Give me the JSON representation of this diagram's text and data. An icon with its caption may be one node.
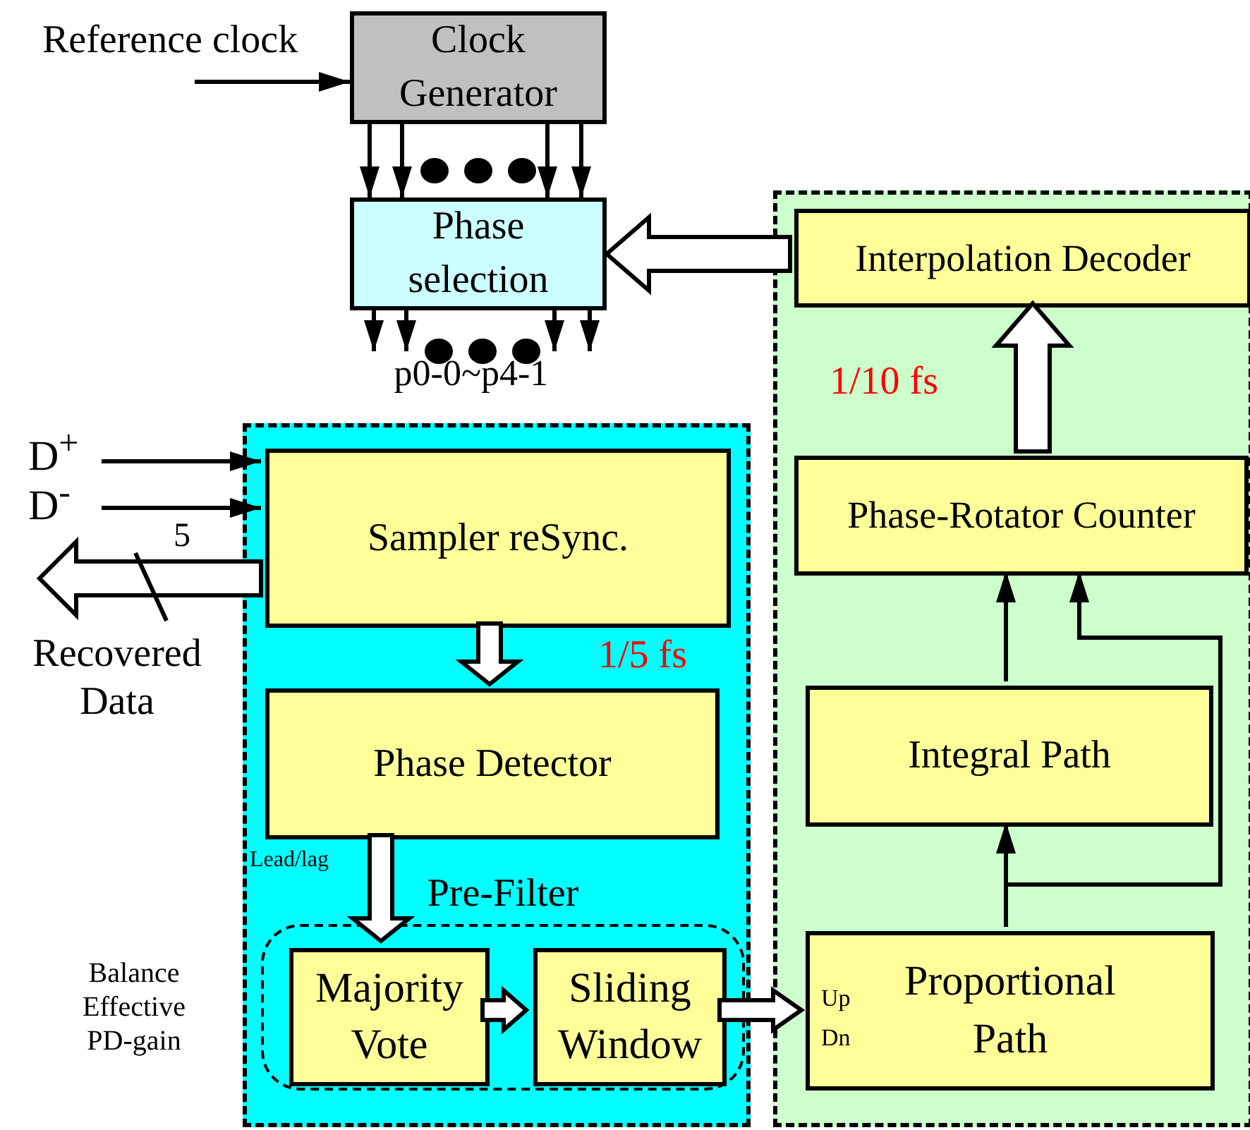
{
  "diagram": {
    "nodes": [
      {
        "text": [
          "Clock Generator"
        ]
      },
      {
        "text": [
          "Phase selection"
        ]
      },
      {
        "text": [],
        "shape": "box"
      },
      {
        "text": [
          "Sampler reSync."
        ],
        "in": 2
      },
      {
        "text": [
          "Phase Detector"
        ],
        "in": 2
      },
      {
        "text": [
          "Pre-Filter"
        ],
        "in": 2
      },
      {
        "text": [
          "Majority Vote"
        ],
        "in": 5
      },
      {
        "text": [
          "Sliding Window"
        ],
        "in": 5
      },
      {
        "text": [],
        "shape": "box"
      },
      {
        "text": [
          "Interpolation Decoder"
        ],
        "in": 8
      },
      {
        "text": [
          "Phase-Rotator Counter"
        ],
        "in": 8
      },
      {
        "text": [
          "Integral Path"
        ],
        "in": 8
      },
      {
        "text": [
          "Up",
          "Dn",
          "Proportional Path"
        ],
        "in": 8
      },
      {
        "text": [
          "p0-0~p4-1"
        ]
      }
    ],
    "edges": [
      {
        "from": null,
        "to": 0,
        "arrow": "to",
        "label": "Reference clock"
      },
      {
        "from": 0,
        "to": 1,
        "arrow": "to"
      },
      {
        "from": 0,
        "to": 1,
        "arrow": "to"
      },
      {
        "from": 0,
        "to": 1,
        "arrow": "to"
      },
      {
        "from": 0,
        "to": 1,
        "arrow": "to"
      },
      {
        "from": 1,
        "to": 13,
        "arrow": "to"
      },
      {
        "from": 1,
        "to": 13,
        "arrow": "to"
      },
      {
        "from": 1,
        "to": 13,
        "arrow": "to"
      },
      {
        "from": 1,
        "to": 13,
        "arrow": "to"
      },
      {
        "from": 9,
        "to": 1,
        "arrow": "to",
        "style": "thick"
      },
      {
        "from": null,
        "to": 3,
        "arrow": "to",
        "label": "D$^{+}$"
      },
      {
        "from": null,
        "to": 3,
        "arrow": "to",
        "label": "D$^{-}$"
      },
      {
        "from": 3,
        "to": null,
        "arrow": "to",
        "label": "5",
        "style": "thick"
      },
      {
        "from": 3,
        "to": 4,
        "arrow": "to",
        "style": "thick"
      },
      {
        "from": 4,
        "to": 6,
        "arrow": "to",
        "label": "Lead/lag",
        "style": "thick"
      },
      {
        "from": 6,
        "to": 7,
        "arrow": "to",
        "style": "thick"
      },
      {
        "from": 7,
        "to": 12,
        "arrow": "to",
        "style": "thick"
      },
      {
        "from": 12,
        "to": 11,
        "arrow": "to"
      },
      {
        "from": 12,
        "to": 10,
        "arrow": "to"
      },
      {
        "from": 11,
        "to": 10,
        "arrow": "to"
      },
      {
        "from": 10,
        "to": 9,
        "arrow": "to",
        "style": "thick"
      }
    ],
    "labels": [
      "Recovered Data",
      "1/5 fs",
      "1/10 fs",
      "Balance Effective PD-gain"
    ]
  }
}
